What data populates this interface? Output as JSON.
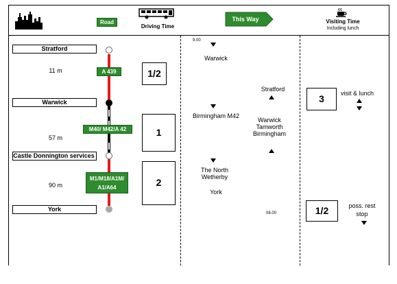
{
  "header": {
    "road_label": "Road",
    "driving_time_label": "Driving Time",
    "this_way_label": "This Way",
    "visiting_time_label": "Visiting Time",
    "visiting_time_sub": "Including lunch",
    "icons": [
      "city-skyline-icon",
      "bus-icon",
      "coffee-cup-icon"
    ]
  },
  "route": {
    "stops": [
      {
        "name": "Stratford"
      },
      {
        "name": "Warwick"
      },
      {
        "name": "Castle Donnington services"
      },
      {
        "name": "York"
      }
    ],
    "legs": [
      {
        "distance": "11 m",
        "road": "A 439",
        "hours": "1/2"
      },
      {
        "distance": "57 m",
        "road": "M40/ M42/A 42",
        "hours": "1"
      },
      {
        "distance": "90 m",
        "road": "M1/M18/A1M/ A1/A64",
        "hours": "2"
      }
    ],
    "colors": {
      "road_line": "#e31b1b",
      "road_sign": "#2e8b2e"
    }
  },
  "this_way": {
    "start_time": "9.00",
    "down_places": [
      "Warwick",
      "Birmingham M42",
      "The North Wetherby",
      "York"
    ],
    "up_places": [
      "Stratford",
      "Warwick Tamworth Birmingham"
    ],
    "return_time": "08.00"
  },
  "visiting": {
    "stop_1": {
      "hours": "3",
      "label": "visit & lunch"
    },
    "stop_2": {
      "hours": "1/2",
      "label": "poss. rest stop"
    }
  }
}
